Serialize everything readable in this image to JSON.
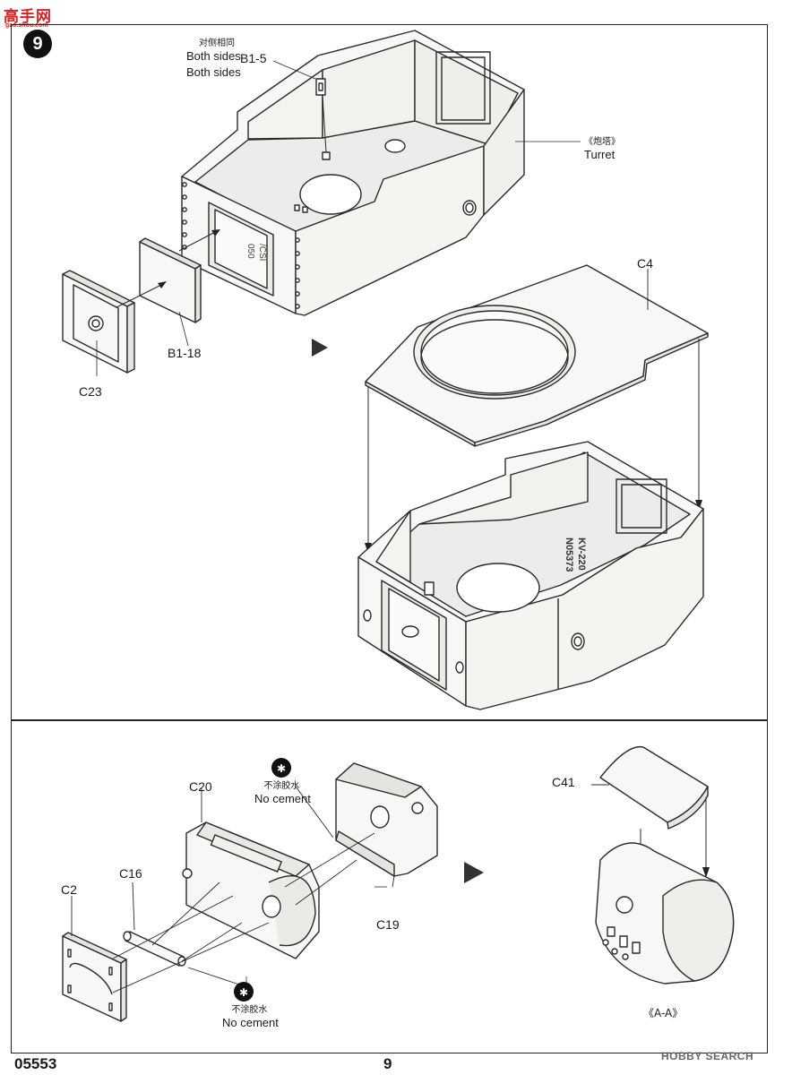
{
  "watermark_top": {
    "chars": "高手网",
    "url": "gao.shou.com"
  },
  "step_number": "9",
  "labels": {
    "b1_5_cn": "对侧相同",
    "b1_5": "B1-5",
    "b1_5_en": "Both sides",
    "turret_cn": "《炮塔》",
    "turret_en": "Turret",
    "c4": "C4",
    "b1_18": "B1-18",
    "c23": "C23",
    "c20": "C20",
    "c16": "C16",
    "c2": "C2",
    "c19": "C19",
    "c41": "C41",
    "no_cement_cn_1": "不涂胶水",
    "no_cement_en_1": "No cement",
    "no_cement_cn_2": "不涂胶水",
    "no_cement_en_2": "No cement",
    "section_aa": "《A-A》"
  },
  "stencils": {
    "serial": "N05373",
    "code": "KV-220"
  },
  "footer": {
    "product_code": "05553",
    "page_number": "9",
    "watermark": "HOBBY SEARCH"
  },
  "colors": {
    "line": "#2a2a2a",
    "fill": "#f7f7f5",
    "shade": "#e4e4e0"
  }
}
